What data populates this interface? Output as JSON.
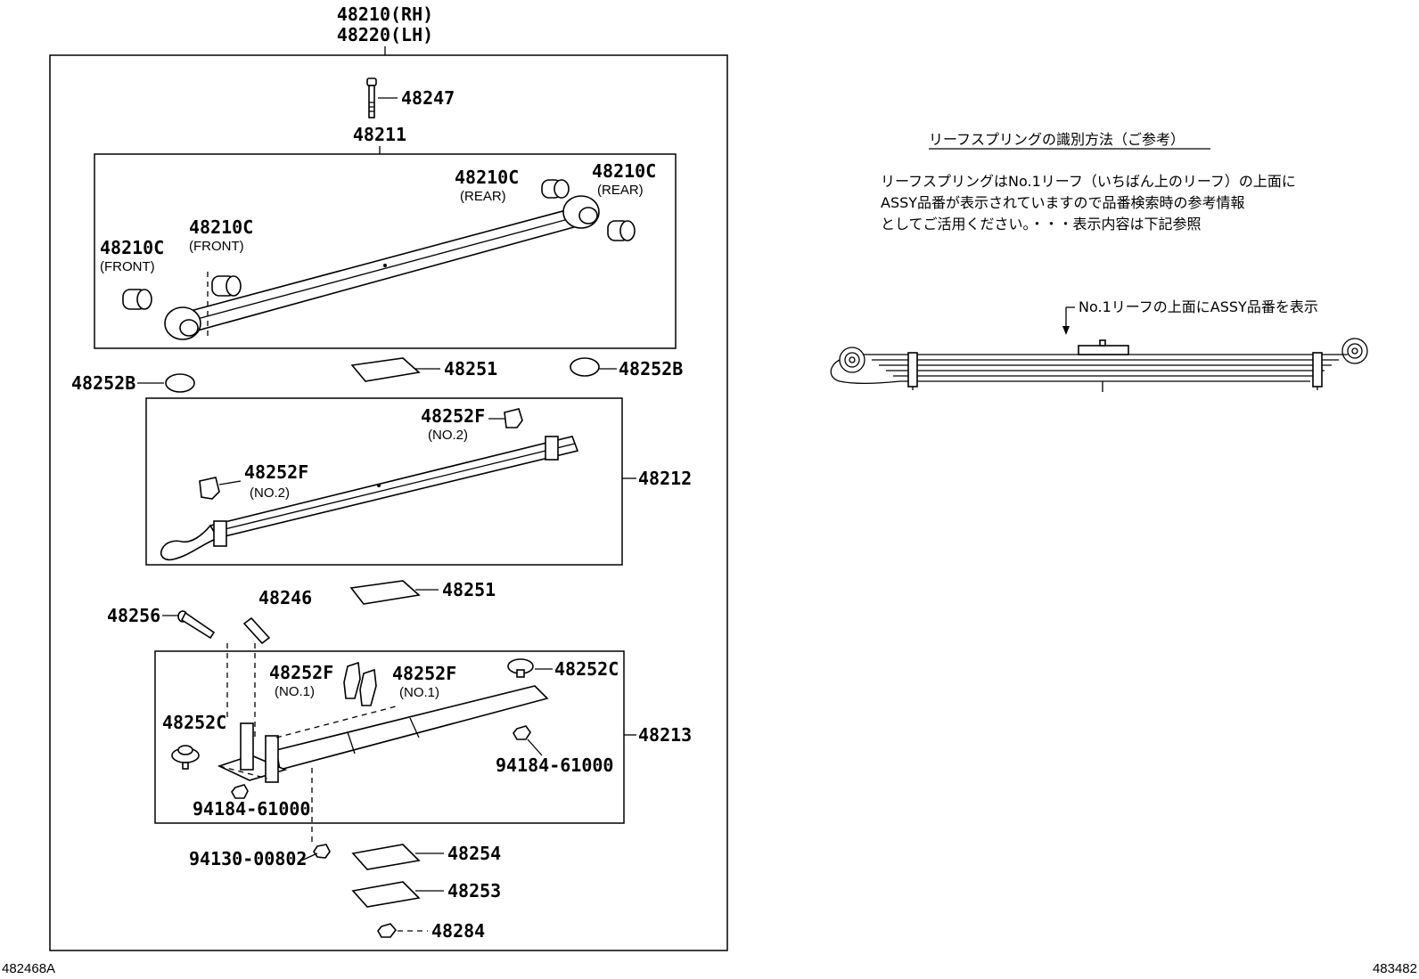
{
  "diagram": {
    "assembly": {
      "rh": "48210(RH)",
      "lh": "48220(LH)"
    },
    "labels": {
      "bolt_48247": "48247",
      "leaf_48211": "48211",
      "bushing_rear_a": "48210C",
      "bushing_rear_a_sub": "(REAR)",
      "bushing_rear_b": "48210C",
      "bushing_rear_b_sub": "(REAR)",
      "bushing_front_a": "48210C",
      "bushing_front_a_sub": "(FRONT)",
      "bushing_front_b": "48210C",
      "bushing_front_b_sub": "(FRONT)",
      "insert_48251_upper": "48251",
      "bumper_48252B_left": "48252B",
      "bumper_48252B_right": "48252B",
      "clip_48252F_no2_upper": "48252F",
      "clip_48252F_no2_upper_sub": "(NO.2)",
      "clip_48252F_no2_lower": "48252F",
      "clip_48252F_no2_lower_sub": "(NO.2)",
      "leaf_48212": "48212",
      "insert_48251_lower": "48251",
      "bolt_48256": "48256",
      "pin_48246": "48246",
      "clip_48252F_no1_left": "48252F",
      "clip_48252F_no1_left_sub": "(NO.1)",
      "clip_48252F_no1_right": "48252F",
      "clip_48252F_no1_right_sub": "(NO.1)",
      "bumper_48252C_right": "48252C",
      "bumper_48252C_left": "48252C",
      "leaf_48213": "48213",
      "nut_94184_right": "94184-61000",
      "nut_94184_left": "94184-61000",
      "nut_94130": "94130-00802",
      "insert_48254": "48254",
      "insert_48253": "48253",
      "nut_48284": "48284"
    },
    "figure_code_left": "482468A",
    "figure_code_right": "483482"
  },
  "note": {
    "title": "リーフスプリングの識別方法（ご参考）",
    "lines": [
      "リーフスプリングはNo.1リーフ（いちばん上のリーフ）の上面に",
      "ASSY品番が表示されていますので品番検索時の参考情報",
      "としてご活用ください。・・・表示内容は下記参照"
    ],
    "arrow_label": "No.1リーフの上面にASSY品番を表示"
  }
}
